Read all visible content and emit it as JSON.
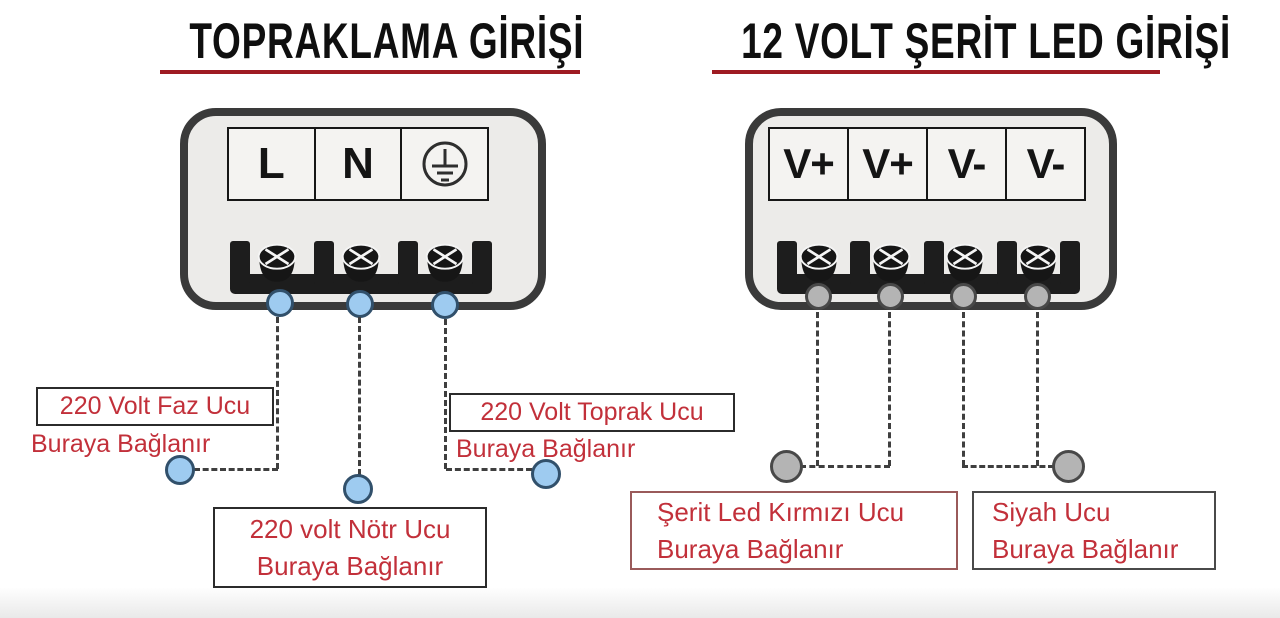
{
  "titles": {
    "left": "TOPRAKLAMA GİRİŞİ",
    "right": "12 VOLT ŞERİT LED GİRİŞİ"
  },
  "left_block": {
    "terminals": [
      "L",
      "N"
    ],
    "earth_icon": "protective-earth-ground-symbol",
    "labels": {
      "faz": {
        "line1": "220 Volt Faz Ucu",
        "line2": "Buraya Bağlanır"
      },
      "toprak": {
        "line1": "220 Volt Toprak Ucu",
        "line2": "Buraya Bağlanır"
      },
      "notr": {
        "line1": "220 volt Nötr Ucu",
        "line2": "Buraya Bağlanır"
      }
    }
  },
  "right_block": {
    "terminals": [
      "V+",
      "V+",
      "V-",
      "V-"
    ],
    "labels": {
      "kirmizi": {
        "line1": "Şerit Led Kırmızı Ucu",
        "line2": "Buraya Bağlanır"
      },
      "siyah": {
        "line1": "Siyah Ucu",
        "line2": "Buraya Bağlanır"
      }
    }
  },
  "colors": {
    "label_text": "#c2303a",
    "title_underline": "#9e1b22",
    "housing_fill": "#ecebe9",
    "housing_border": "#3a3a3a",
    "blue_connector": "#9ecbf0",
    "gray_connector": "#b4b4b4",
    "screw_black": "#1d1d1d"
  }
}
